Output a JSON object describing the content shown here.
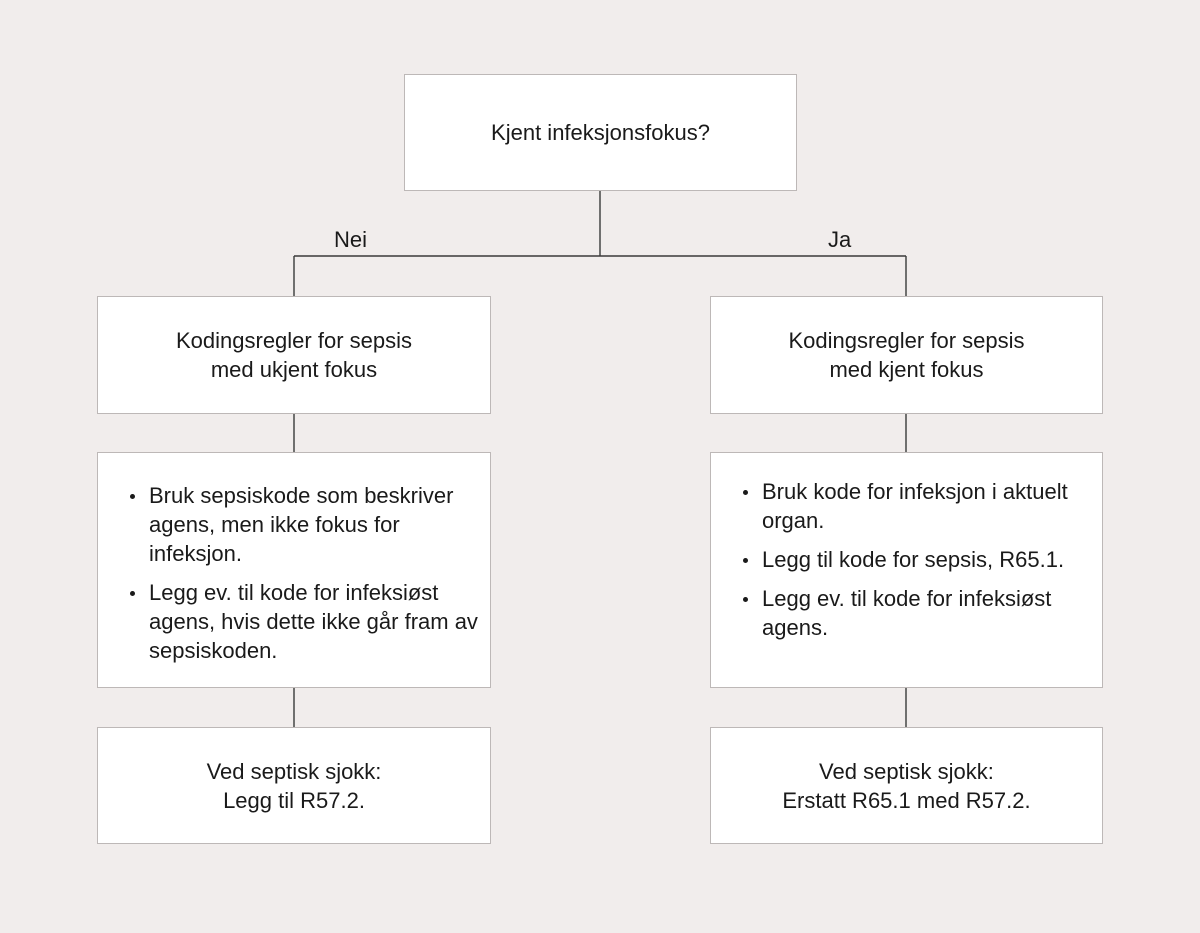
{
  "root": {
    "question": "Kjent infeksjonsfokus?"
  },
  "branches": {
    "no_label": "Nei",
    "yes_label": "Ja"
  },
  "left": {
    "rule_lines": [
      "Kodingsregler for sepsis",
      "med ukjent fokus"
    ],
    "bullets": [
      "Bruk sepsiskode som beskriver agens, men ikke fokus for infeksjon.",
      "Legg ev. til kode for infeksiøst agens, hvis dette ikke går fram av sepsiskoden."
    ],
    "shock_lines": [
      "Ved septisk sjokk:",
      "Legg til R57.2."
    ]
  },
  "right": {
    "rule_lines": [
      "Kodingsregler for sepsis",
      "med kjent fokus"
    ],
    "bullets": [
      "Bruk kode for infeksjon i aktuelt organ.",
      "Legg til kode for sepsis, R65.1.",
      "Legg ev. til kode for infeksiøst agens."
    ],
    "shock_lines": [
      "Ved septisk sjokk:",
      "Erstatt R65.1 med R57.2."
    ]
  },
  "colors": {
    "background": "#f1edec",
    "box_fill": "#ffffff",
    "box_border": "#bdb8b7",
    "connector": "#3a3a3a",
    "text": "#1a1a1a"
  }
}
